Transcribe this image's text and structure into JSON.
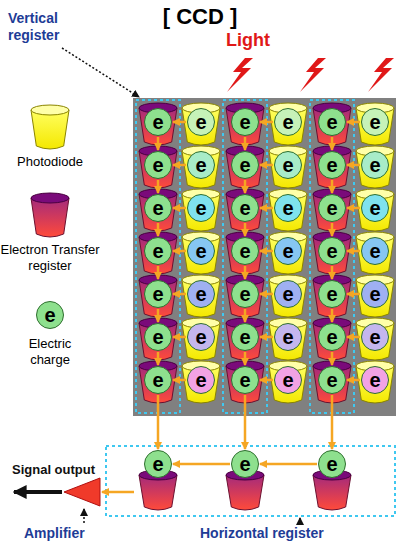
{
  "diagram": {
    "title": "[ CCD ]",
    "nodes": [
      {
        "text": [
          "e"
        ]
      },
      {
        "text": [
          "e"
        ]
      },
      {
        "text": [
          "e"
        ]
      },
      {
        "text": [
          "e"
        ]
      },
      {
        "text": [
          "e"
        ]
      },
      {
        "text": [
          "e"
        ]
      },
      {
        "text": [
          "e"
        ]
      },
      {
        "text": [
          "e"
        ]
      },
      {
        "text": [
          "e"
        ]
      },
      {
        "text": [
          "e"
        ]
      },
      {
        "text": [
          "e"
        ]
      },
      {
        "text": [
          "e"
        ]
      },
      {
        "text": [
          "e"
        ]
      },
      {
        "text": [
          "e"
        ]
      },
      {
        "text": [
          "e"
        ]
      },
      {
        "text": [
          "e"
        ]
      },
      {
        "text": [
          "e"
        ]
      },
      {
        "text": [
          "e"
        ]
      },
      {
        "text": [
          "e"
        ]
      },
      {
        "text": [
          "e"
        ]
      },
      {
        "text": [
          "e"
        ]
      },
      {
        "text": [
          "e"
        ]
      },
      {
        "text": [
          "e"
        ]
      },
      {
        "text": [
          "e"
        ]
      },
      {
        "text": [
          "e"
        ]
      },
      {
        "text": [
          "e"
        ]
      },
      {
        "text": [
          "e"
        ]
      },
      {
        "text": [
          "e"
        ]
      },
      {
        "text": [
          "e"
        ]
      },
      {
        "text": [
          "e"
        ]
      },
      {
        "text": [
          "e"
        ]
      },
      {
        "text": [
          "e"
        ]
      },
      {
        "text": [
          "e"
        ]
      },
      {
        "text": [
          "e"
        ]
      },
      {
        "text": [
          "e"
        ]
      },
      {
        "text": [
          "e"
        ]
      },
      {
        "text": [
          "e"
        ]
      },
      {
        "text": [
          "e"
        ]
      },
      {
        "text": [
          "e"
        ]
      },
      {
        "text": [
          "e"
        ]
      },
      {
        "text": [
          "e"
        ]
      },
      {
        "text": [
          "e"
        ]
      },
      {
        "text": [
          "e"
        ]
      },
      {
        "text": [
          "e"
        ]
      },
      {
        "text": [
          "e"
        ]
      },
      {
        "text": [
          "e"
        ]
      }
    ],
    "edges": [
      {
        "from": 1,
        "to": 0,
        "arrow": "to"
      },
      {
        "from": 3,
        "to": 2,
        "arrow": "to"
      },
      {
        "from": 5,
        "to": 4,
        "arrow": "to"
      },
      {
        "from": 7,
        "to": 6,
        "arrow": "to"
      },
      {
        "from": 9,
        "to": 8,
        "arrow": "to"
      },
      {
        "from": 11,
        "to": 10,
        "arrow": "to"
      },
      {
        "from": 13,
        "to": 12,
        "arrow": "to"
      },
      {
        "from": 15,
        "to": 14,
        "arrow": "to"
      },
      {
        "from": 17,
        "to": 16,
        "arrow": "to"
      },
      {
        "from": 19,
        "to": 18,
        "arrow": "to"
      },
      {
        "from": 21,
        "to": 20,
        "arrow": "to"
      },
      {
        "from": 23,
        "to": 22,
        "arrow": "to"
      },
      {
        "from": 25,
        "to": 24,
        "arrow": "to"
      },
      {
        "from": 27,
        "to": 26,
        "arrow": "to"
      },
      {
        "from": 29,
        "to": 28,
        "arrow": "to"
      },
      {
        "from": 31,
        "to": 30,
        "arrow": "to"
      },
      {
        "from": 33,
        "to": 32,
        "arrow": "to"
      },
      {
        "from": 35,
        "to": 34,
        "arrow": "to"
      },
      {
        "from": 37,
        "to": 36,
        "arrow": "to"
      },
      {
        "from": 39,
        "to": 38,
        "arrow": "to"
      },
      {
        "from": 41,
        "to": 40,
        "arrow": "to"
      },
      {
        "from": 0,
        "to": 6,
        "arrow": "to"
      },
      {
        "from": 6,
        "to": 12,
        "arrow": "to"
      },
      {
        "from": 12,
        "to": 18,
        "arrow": "to"
      },
      {
        "from": 18,
        "to": 24,
        "arrow": "to"
      },
      {
        "from": 24,
        "to": 30,
        "arrow": "to"
      },
      {
        "from": 30,
        "to": 36,
        "arrow": "to"
      },
      {
        "from": 36,
        "to": 42,
        "arrow": "to"
      },
      {
        "from": 2,
        "to": 8,
        "arrow": "to"
      },
      {
        "from": 8,
        "to": 14,
        "arrow": "to"
      },
      {
        "from": 14,
        "to": 20,
        "arrow": "to"
      },
      {
        "from": 20,
        "to": 26,
        "arrow": "to"
      },
      {
        "from": 26,
        "to": 32,
        "arrow": "to"
      },
      {
        "from": 32,
        "to": 38,
        "arrow": "to"
      },
      {
        "from": 38,
        "to": 43,
        "arrow": "to"
      },
      {
        "from": 4,
        "to": 10,
        "arrow": "to"
      },
      {
        "from": 10,
        "to": 16,
        "arrow": "to"
      },
      {
        "from": 16,
        "to": 22,
        "arrow": "to"
      },
      {
        "from": 22,
        "to": 28,
        "arrow": "to"
      },
      {
        "from": 28,
        "to": 34,
        "arrow": "to"
      },
      {
        "from": 34,
        "to": 40,
        "arrow": "to"
      },
      {
        "from": 40,
        "to": 44,
        "arrow": "to"
      },
      {
        "from": 44,
        "to": 43,
        "arrow": "to"
      },
      {
        "from": 43,
        "to": 42,
        "arrow": "to"
      }
    ],
    "labels": [
      "Vertical register",
      "Light",
      "Signal output",
      "Amplifier",
      "Horizontal register"
    ],
    "legend": [
      {
        "text": "Photodiode"
      },
      {
        "text": "Electron Transfer register"
      },
      {
        "text": "Electric charge"
      }
    ]
  }
}
